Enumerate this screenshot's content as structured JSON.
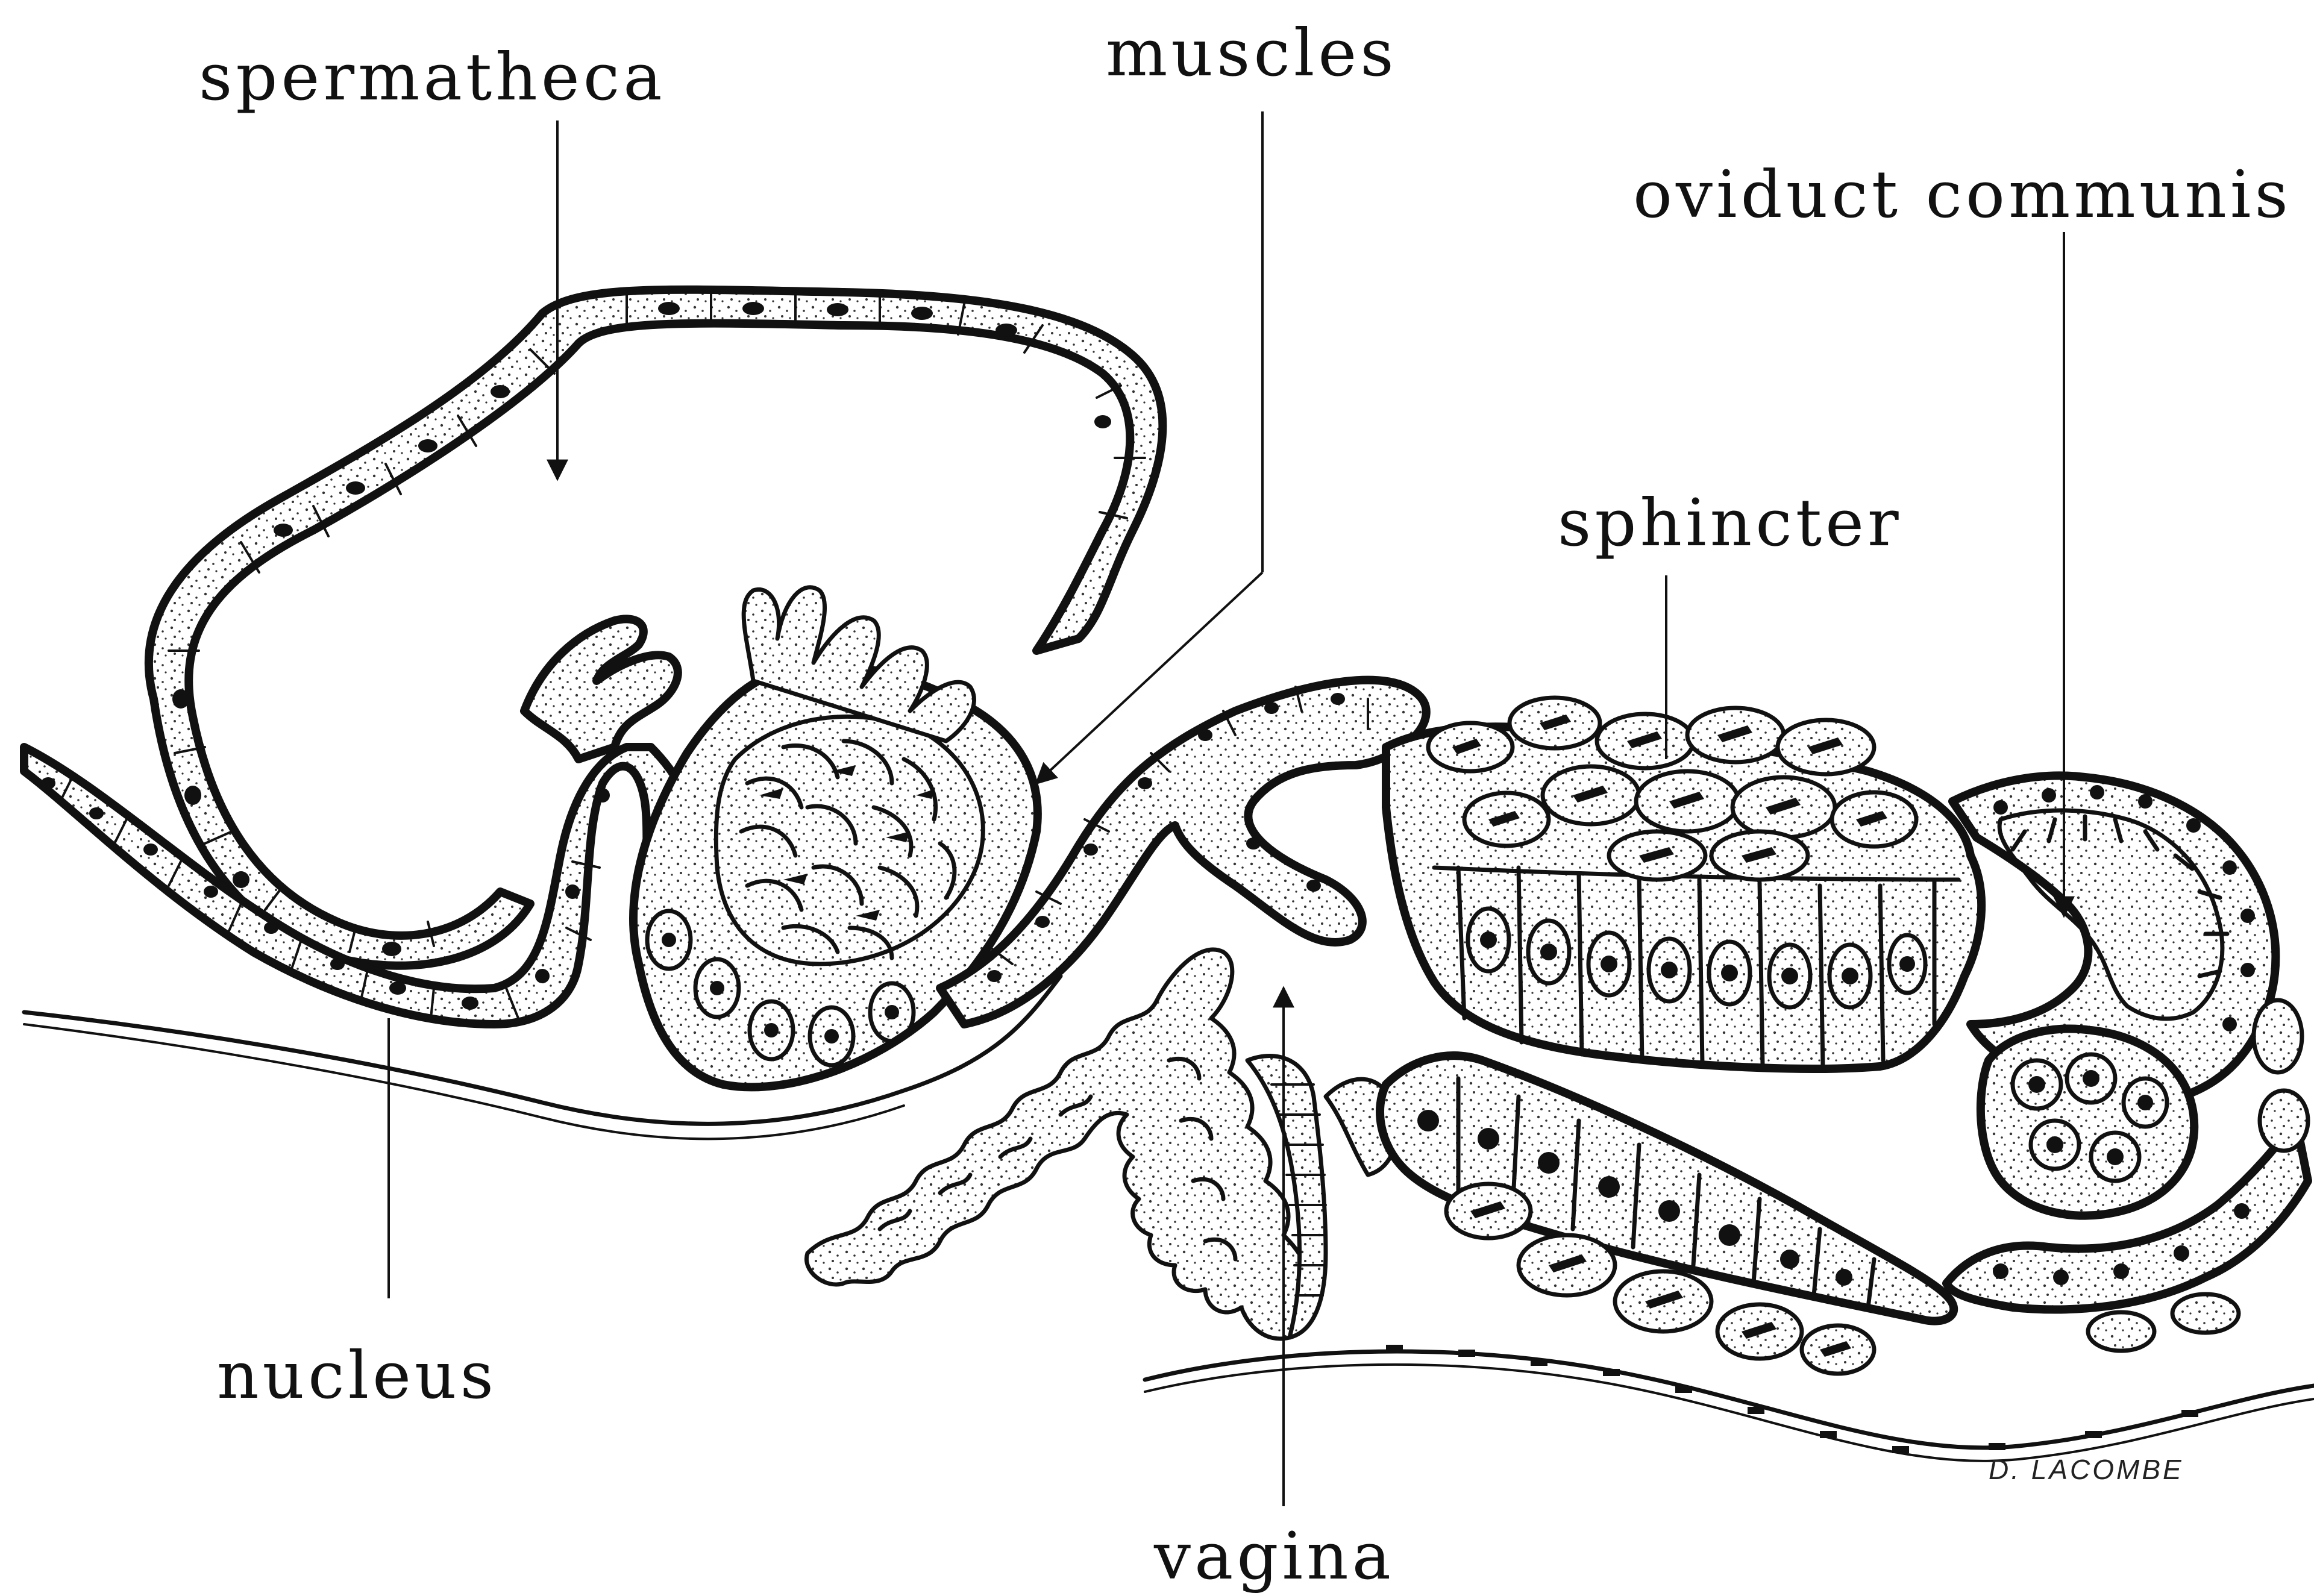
{
  "labels": {
    "spermatheca": "spermatheca",
    "muscles": "muscles",
    "oviduct_communis": "oviduct communis",
    "sphincter": "sphincter",
    "nucleus": "nucleus",
    "vagina": "vagina"
  },
  "signature": "D. LACOMBE",
  "colors": {
    "ink": "#111111",
    "paper": "#ffffff"
  }
}
